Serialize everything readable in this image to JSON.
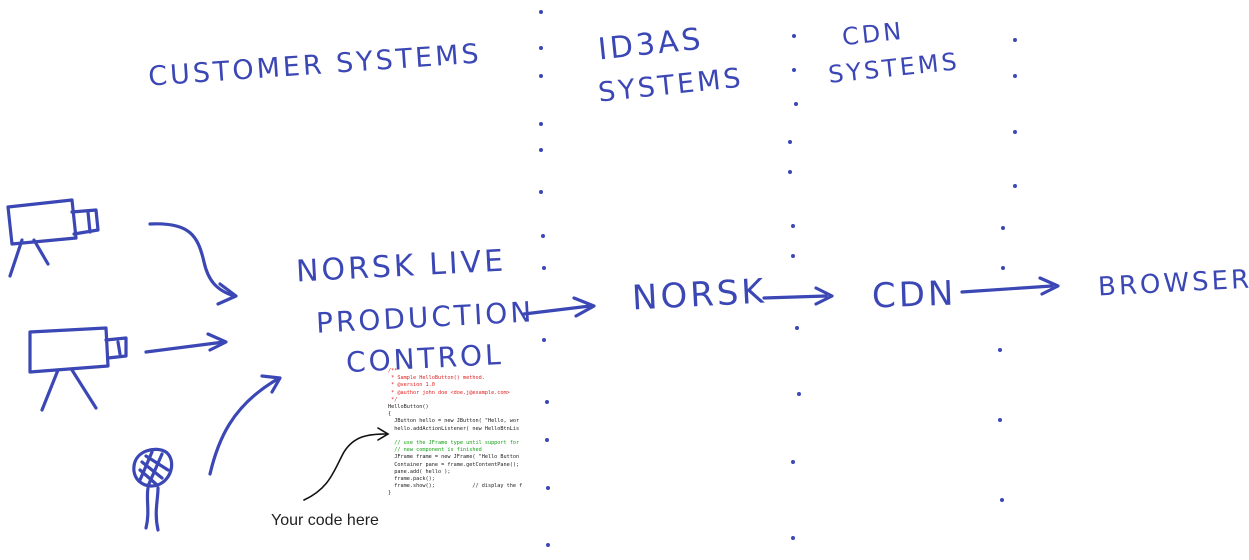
{
  "colors": {
    "ink": "#3b47b5",
    "comment": "#e02020",
    "code": "#1a1a1a",
    "string": "#14a014",
    "caption": "#222222"
  },
  "columns": {
    "customer": "CUSTOMER SYSTEMS",
    "id3as_line1": "ID3AS",
    "id3as_line2": "SYSTEMS",
    "cdn_line1": "CDN",
    "cdn_line2": "SYSTEMS"
  },
  "nodes": {
    "norsk_live_line1": "NORSK LIVE",
    "norsk_live_line2": "PRODUCTION",
    "norsk_live_line3": "CONTROL",
    "norsk": "NORSK",
    "cdn": "CDN",
    "browsers": "BROWSERS"
  },
  "sources": {
    "camera_1": "camera-icon",
    "camera_2": "camera-icon",
    "microphone": "microphone-icon"
  },
  "code_snippet": {
    "lines": [
      {
        "t": "/**",
        "c": "comment"
      },
      {
        "t": " * Sample HelloButton() method.",
        "c": "comment"
      },
      {
        "t": " * @version 1.0",
        "c": "comment"
      },
      {
        "t": " * @author john doe <doe.j@example.com>",
        "c": "comment"
      },
      {
        "t": " */",
        "c": "comment"
      },
      {
        "t": "HelloButton()",
        "c": "code"
      },
      {
        "t": "{",
        "c": "code"
      },
      {
        "t": "  JButton hello = new JButton( \"Hello, wor",
        "c": "code"
      },
      {
        "t": "  hello.addActionListener( new HelloBtnLis",
        "c": "code"
      },
      {
        "t": "",
        "c": "code"
      },
      {
        "t": "  // use the JFrame type until support for",
        "c": "string"
      },
      {
        "t": "  // new component is finished",
        "c": "string"
      },
      {
        "t": "  JFrame frame = new JFrame( \"Hello Button",
        "c": "code"
      },
      {
        "t": "  Container pane = frame.getContentPane();",
        "c": "code"
      },
      {
        "t": "  pane.add( hello );",
        "c": "code"
      },
      {
        "t": "  frame.pack();",
        "c": "code"
      },
      {
        "t": "  frame.show();            // display the f",
        "c": "code"
      },
      {
        "t": "}",
        "c": "code"
      }
    ]
  },
  "caption": "Your code here"
}
